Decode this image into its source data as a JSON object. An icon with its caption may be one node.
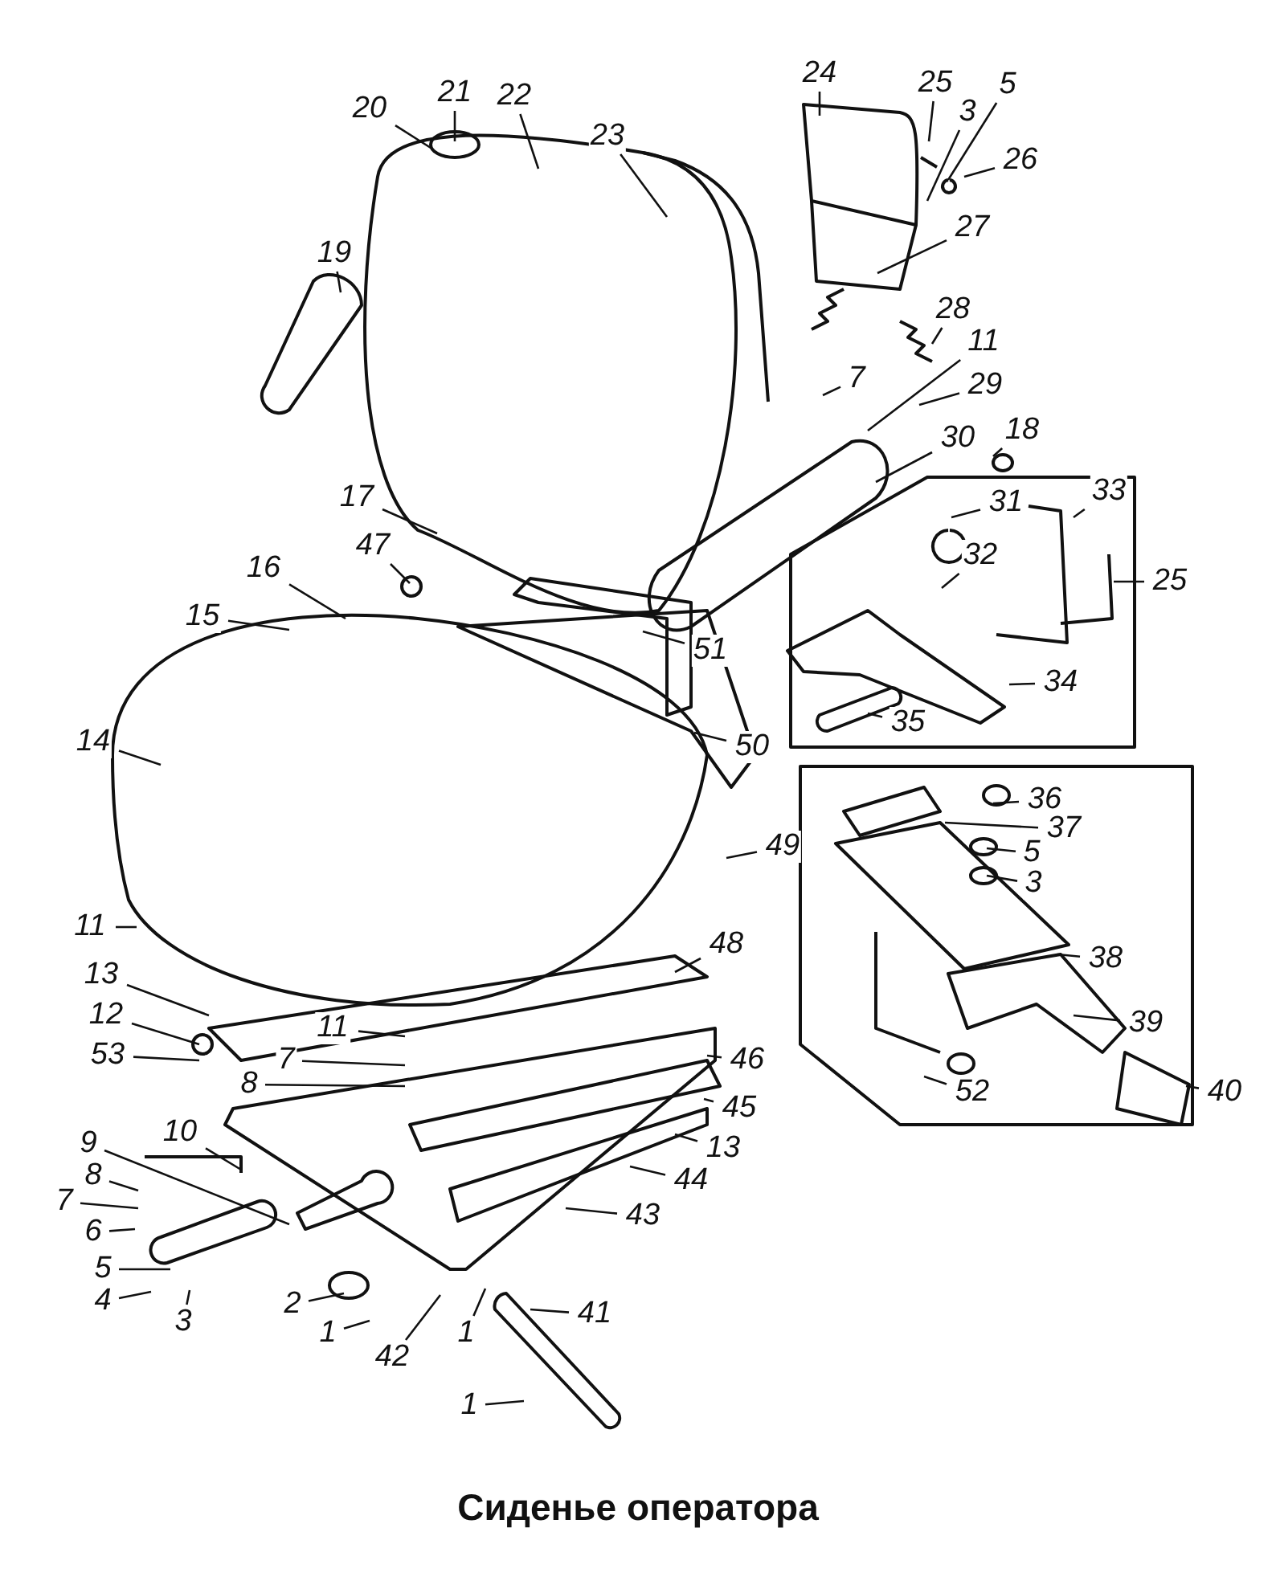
{
  "diagram": {
    "caption": "Сиденье оператора",
    "nodes": [
      {
        "text": [
          "20"
        ]
      },
      {
        "text": [
          "21"
        ]
      },
      {
        "text": [
          "22"
        ]
      },
      {
        "text": [
          "23"
        ]
      },
      {
        "text": [
          "19"
        ]
      },
      {
        "text": [
          "24"
        ]
      },
      {
        "text": [
          "25"
        ]
      },
      {
        "text": [
          "3"
        ]
      },
      {
        "text": [
          "5"
        ]
      },
      {
        "text": [
          "26"
        ]
      },
      {
        "text": [
          "27"
        ]
      },
      {
        "text": [
          "28"
        ]
      },
      {
        "text": [
          "11"
        ]
      },
      {
        "text": [
          "7"
        ]
      },
      {
        "text": [
          "29"
        ]
      },
      {
        "text": [
          "30"
        ]
      },
      {
        "text": [
          "18"
        ]
      },
      {
        "text": [
          "31"
        ]
      },
      {
        "text": [
          "33"
        ]
      },
      {
        "text": [
          "32"
        ]
      },
      {
        "text": [
          "25"
        ]
      },
      {
        "text": [
          "34"
        ]
      },
      {
        "text": [
          "35"
        ]
      },
      {
        "text": [
          "17"
        ]
      },
      {
        "text": [
          "47"
        ]
      },
      {
        "text": [
          "16"
        ]
      },
      {
        "text": [
          "15"
        ]
      },
      {
        "text": [
          "51"
        ]
      },
      {
        "text": [
          "50"
        ]
      },
      {
        "text": [
          "14"
        ]
      },
      {
        "text": [
          "36"
        ]
      },
      {
        "text": [
          "37"
        ]
      },
      {
        "text": [
          "5"
        ]
      },
      {
        "text": [
          "3"
        ]
      },
      {
        "text": [
          "49"
        ]
      },
      {
        "text": [
          "38"
        ]
      },
      {
        "text": [
          "48"
        ]
      },
      {
        "text": [
          "39"
        ]
      },
      {
        "text": [
          "11"
        ]
      },
      {
        "text": [
          "13"
        ]
      },
      {
        "text": [
          "12"
        ]
      },
      {
        "text": [
          "53"
        ]
      },
      {
        "text": [
          "11"
        ]
      },
      {
        "text": [
          "7"
        ]
      },
      {
        "text": [
          "8"
        ]
      },
      {
        "text": [
          "46"
        ]
      },
      {
        "text": [
          "52"
        ]
      },
      {
        "text": [
          "40"
        ]
      },
      {
        "text": [
          "45"
        ]
      },
      {
        "text": [
          "10"
        ]
      },
      {
        "text": [
          "9"
        ]
      },
      {
        "text": [
          "13"
        ]
      },
      {
        "text": [
          "44"
        ]
      },
      {
        "text": [
          "8"
        ]
      },
      {
        "text": [
          "7"
        ]
      },
      {
        "text": [
          "43"
        ]
      },
      {
        "text": [
          "6"
        ]
      },
      {
        "text": [
          "5"
        ]
      },
      {
        "text": [
          "4"
        ]
      },
      {
        "text": [
          "3"
        ]
      },
      {
        "text": [
          "2"
        ]
      },
      {
        "text": [
          "1"
        ]
      },
      {
        "text": [
          "42"
        ]
      },
      {
        "text": [
          "1"
        ]
      },
      {
        "text": [
          "41"
        ]
      },
      {
        "text": [
          "1"
        ]
      }
    ],
    "edges": [
      {
        "from": 0,
        "to": null,
        "arrow": "none"
      },
      {
        "from": 1,
        "to": null,
        "arrow": "none"
      },
      {
        "from": 2,
        "to": null,
        "arrow": "none"
      },
      {
        "from": 3,
        "to": null,
        "arrow": "none"
      },
      {
        "from": 4,
        "to": null,
        "arrow": "none"
      },
      {
        "from": 5,
        "to": null,
        "arrow": "none"
      },
      {
        "from": 6,
        "to": null,
        "arrow": "none"
      },
      {
        "from": 7,
        "to": null,
        "arrow": "none"
      },
      {
        "from": 8,
        "to": null,
        "arrow": "none"
      },
      {
        "from": 9,
        "to": null,
        "arrow": "none"
      },
      {
        "from": 10,
        "to": null,
        "arrow": "none"
      },
      {
        "from": 11,
        "to": null,
        "arrow": "none"
      },
      {
        "from": 12,
        "to": null,
        "arrow": "none"
      },
      {
        "from": 13,
        "to": null,
        "arrow": "none"
      },
      {
        "from": 14,
        "to": null,
        "arrow": "none"
      },
      {
        "from": 15,
        "to": null,
        "arrow": "none"
      },
      {
        "from": 16,
        "to": null,
        "arrow": "none"
      },
      {
        "from": 17,
        "to": null,
        "arrow": "none"
      },
      {
        "from": 18,
        "to": null,
        "arrow": "none"
      },
      {
        "from": 19,
        "to": null,
        "arrow": "none"
      },
      {
        "from": 20,
        "to": null,
        "arrow": "none"
      },
      {
        "from": 21,
        "to": null,
        "arrow": "none"
      },
      {
        "from": 22,
        "to": null,
        "arrow": "none"
      },
      {
        "from": 23,
        "to": null,
        "arrow": "none"
      },
      {
        "from": 24,
        "to": null,
        "arrow": "none"
      },
      {
        "from": 25,
        "to": null,
        "arrow": "none"
      },
      {
        "from": 26,
        "to": null,
        "arrow": "none"
      },
      {
        "from": 27,
        "to": null,
        "arrow": "none"
      },
      {
        "from": 28,
        "to": null,
        "arrow": "none"
      },
      {
        "from": 29,
        "to": null,
        "arrow": "none"
      },
      {
        "from": 30,
        "to": null,
        "arrow": "none"
      },
      {
        "from": 31,
        "to": null,
        "arrow": "none"
      },
      {
        "from": 32,
        "to": null,
        "arrow": "none"
      },
      {
        "from": 33,
        "to": null,
        "arrow": "none"
      },
      {
        "from": 34,
        "to": null,
        "arrow": "none"
      },
      {
        "from": 35,
        "to": null,
        "arrow": "none"
      },
      {
        "from": 36,
        "to": null,
        "arrow": "none"
      },
      {
        "from": 37,
        "to": null,
        "arrow": "none"
      },
      {
        "from": 38,
        "to": null,
        "arrow": "none"
      },
      {
        "from": 39,
        "to": null,
        "arrow": "none"
      },
      {
        "from": 40,
        "to": null,
        "arrow": "none"
      },
      {
        "from": 41,
        "to": null,
        "arrow": "none"
      },
      {
        "from": 42,
        "to": null,
        "arrow": "none"
      },
      {
        "from": 43,
        "to": null,
        "arrow": "none"
      },
      {
        "from": 44,
        "to": null,
        "arrow": "none"
      },
      {
        "from": 45,
        "to": null,
        "arrow": "none"
      },
      {
        "from": 46,
        "to": null,
        "arrow": "none"
      },
      {
        "from": 47,
        "to": null,
        "arrow": "none"
      },
      {
        "from": 48,
        "to": null,
        "arrow": "none"
      },
      {
        "from": 49,
        "to": null,
        "arrow": "none"
      },
      {
        "from": 50,
        "to": null,
        "arrow": "none"
      },
      {
        "from": 51,
        "to": null,
        "arrow": "none"
      },
      {
        "from": 52,
        "to": null,
        "arrow": "none"
      },
      {
        "from": 53,
        "to": null,
        "arrow": "none"
      },
      {
        "from": 54,
        "to": null,
        "arrow": "none"
      },
      {
        "from": 55,
        "to": null,
        "arrow": "none"
      },
      {
        "from": 56,
        "to": null,
        "arrow": "none"
      },
      {
        "from": 57,
        "to": null,
        "arrow": "none"
      },
      {
        "from": 58,
        "to": null,
        "arrow": "none"
      },
      {
        "from": 59,
        "to": null,
        "arrow": "none"
      },
      {
        "from": 60,
        "to": null,
        "arrow": "none"
      },
      {
        "from": 61,
        "to": null,
        "arrow": "none"
      },
      {
        "from": 62,
        "to": null,
        "arrow": "none"
      },
      {
        "from": 63,
        "to": null,
        "arrow": "none"
      },
      {
        "from": 64,
        "to": null,
        "arrow": "none"
      },
      {
        "from": 65,
        "to": null,
        "arrow": "none"
      }
    ]
  }
}
